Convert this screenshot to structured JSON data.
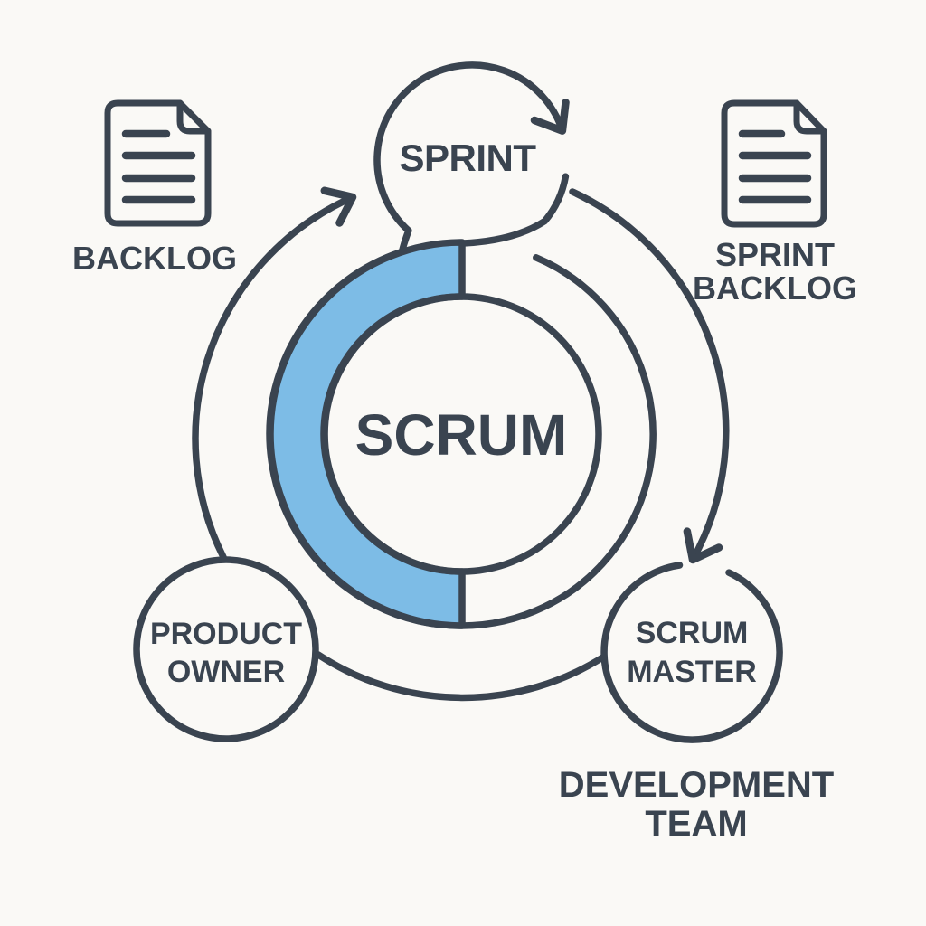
{
  "colors": {
    "background": "#faf9f6",
    "ink": "#3a4450",
    "accent_blue": "#7dbce6"
  },
  "labels": {
    "center": "SCRUM",
    "sprint": "SPRINT",
    "backlog": "BACKLOG",
    "sprint_backlog": {
      "line1": "SPRINT",
      "line2": "BACKLOG"
    },
    "product_owner": {
      "line1": "PRODUCT",
      "line2": "OWNER"
    },
    "scrum_master": {
      "line1": "SCRUM",
      "line2": "MASTER"
    },
    "development_team": {
      "line1": "DEVELOPMENT",
      "line2": "TEAM"
    }
  },
  "icons": {
    "backlog": "document-icon",
    "sprint_backlog": "document-icon",
    "sprint_cycle": "circular-arrow-icon",
    "flow_arrowheads": "chevron-arrowhead-icon"
  }
}
